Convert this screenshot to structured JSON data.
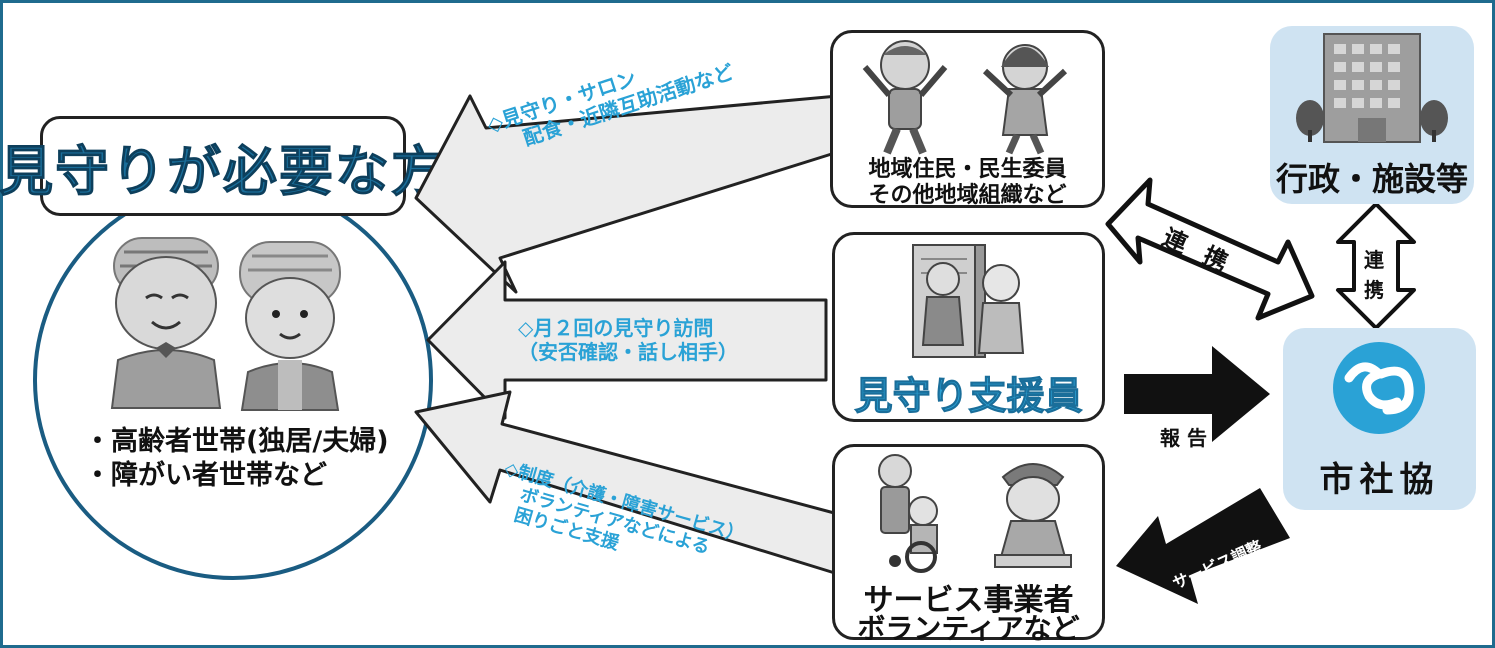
{
  "target": {
    "title": "見守りが必要な方",
    "line1": "・高齢者世帯(独居/夫婦)",
    "line2": "・障がい者世帯など"
  },
  "arrows": {
    "top": {
      "line1": "◇見守り・サロン",
      "line2": "配食・近隣互助活動など"
    },
    "middle": {
      "line1": "◇月２回の見守り訪問",
      "line2": "（安否確認・話し相手）"
    },
    "bottom": {
      "line1": "◇制度（介護・障害サービス）",
      "line2": "ボランティアなどによる",
      "line3": "困りごと支援"
    }
  },
  "cards": {
    "residents": {
      "line1": "地域住民・民生委員",
      "line2": "その他地域組織など"
    },
    "supporter": {
      "label": "見守り支援員"
    },
    "providers": {
      "line1": "サービス事業者",
      "line2": "ボランティアなど"
    },
    "government": {
      "label": "行政・施設等"
    },
    "council": {
      "label": "市社協"
    }
  },
  "links": {
    "cooperation_big": "連 携",
    "cooperation_small_1": "連",
    "cooperation_small_2": "携",
    "report": "報 告",
    "service_adjustment": "サービス調整"
  },
  "colors": {
    "frame": "#1f6b8e",
    "title_text": "#1a6e9a",
    "arrow_text": "#2aa2d6",
    "blue_card": "#cfe3f2",
    "logo": "#2aa2d6"
  }
}
